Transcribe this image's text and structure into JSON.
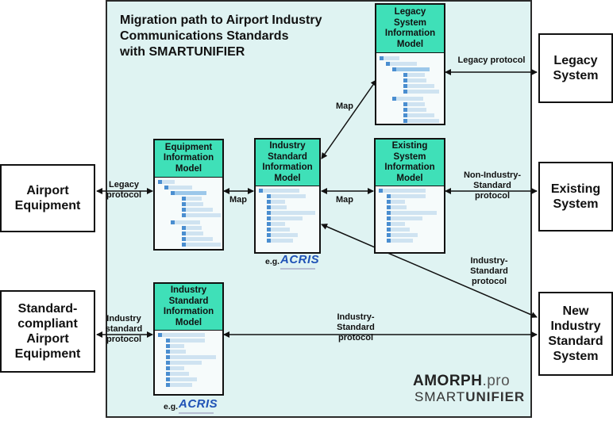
{
  "title": "Migration path to Airport Industry\nCommunications Standards\nwith SMARTUNIFIER",
  "external_systems": {
    "airport_equipment": "Airport\nEquipment",
    "standard_compliant": "Standard-\ncompliant\nAirport\nEquipment",
    "legacy_system": "Legacy\nSystem",
    "existing_system": "Existing\nSystem",
    "new_system": "New\nIndustry\nStandard\nSystem"
  },
  "models": {
    "equipment": "Equipment\nInformation\nModel",
    "industry_standard": "Industry\nStandard\nInformation\nModel",
    "legacy": "Legacy\nSystem\nInformation\nModel",
    "existing": "Existing\nSystem\nInformation\nModel",
    "industry_standard_bottom": "Industry\nStandard\nInformation\nModel"
  },
  "labels": {
    "legacy_protocol_left": "Legacy\nprotocol",
    "map_equipment": "Map",
    "map_existing": "Map",
    "map_legacy": "Map",
    "legacy_protocol_right": "Legacy protocol",
    "non_industry_protocol": "Non-Industry-\nStandard\nprotocol",
    "industry_protocol_right": "Industry-\nStandard\nprotocol",
    "industry_protocol_left": "Industry\nstandard\nprotocol",
    "industry_protocol_bottom": "Industry-\nStandard\nprotocol"
  },
  "eg_label": "e.g.",
  "acris_logo": "ACRIS",
  "logo": {
    "brand_a": "AMORPH",
    "brand_b": ".pro",
    "product_a": "SMART",
    "product_b": "UNIFIER"
  }
}
